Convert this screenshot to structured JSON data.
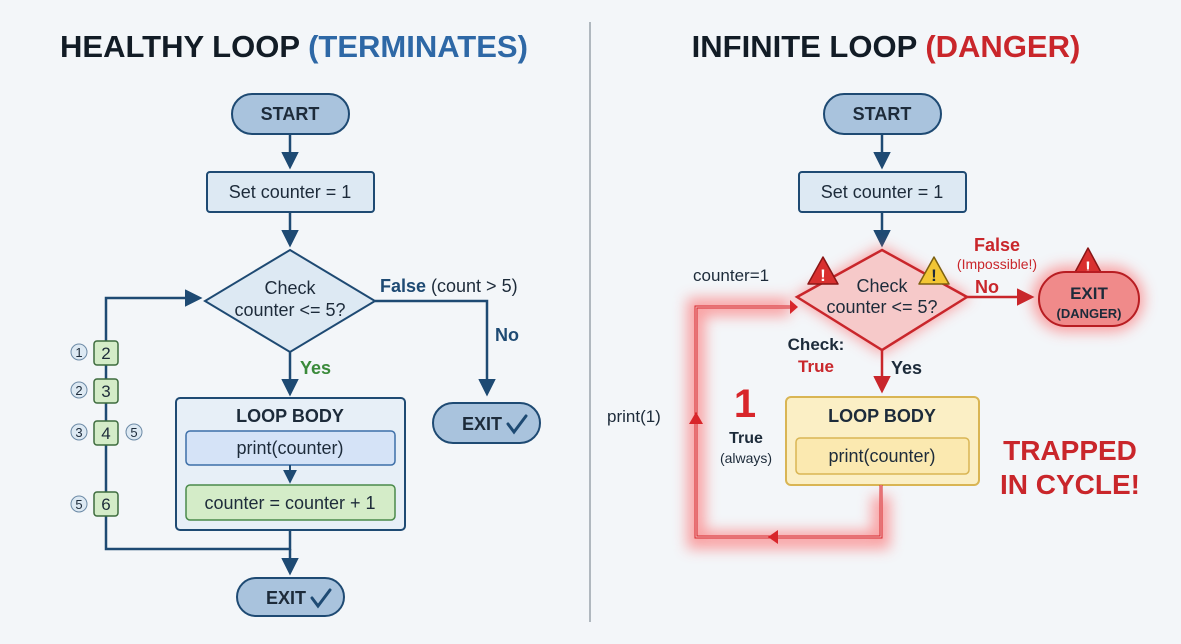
{
  "healthy": {
    "title_main": "HEALTHY LOOP ",
    "title_accent": "(TERMINATES)",
    "start": "START",
    "init": "Set counter = 1",
    "check_line1": "Check",
    "check_line2": "counter <= 5?",
    "false_label": "False",
    "false_detail": " (count > 5)",
    "no_label": "No",
    "yes_label": "Yes",
    "loop_body_title": "LOOP BODY",
    "print_stmt": "print(counter)",
    "increment_stmt": "counter = counter + 1",
    "exit_side": "EXIT",
    "exit_bottom": "EXIT",
    "iterations": [
      {
        "pass": "1",
        "value": "2",
        "extra": ""
      },
      {
        "pass": "2",
        "value": "3",
        "extra": ""
      },
      {
        "pass": "3",
        "value": "4",
        "extra": "5"
      },
      {
        "pass": "5",
        "value": "6",
        "extra": ""
      }
    ]
  },
  "infinite": {
    "title_main": "INFINITE LOOP ",
    "title_accent": "(DANGER)",
    "start": "START",
    "init": "Set counter = 1",
    "check_line1": "Check",
    "check_line2": "counter <= 5?",
    "counter_note": "counter=1",
    "false_label": "False",
    "false_detail": "(Impossible!)",
    "no_label": "No",
    "exit_label": "EXIT",
    "exit_sub": "(DANGER)",
    "check_true_line1": "Check:",
    "check_true_line2": "True",
    "yes_label": "Yes",
    "loop_body_title": "LOOP BODY",
    "print_stmt": "print(counter)",
    "print_output": "print(1)",
    "cycle_number": "1",
    "true_label": "True",
    "always_label": "(always)",
    "trapped_line1": "TRAPPED",
    "trapped_line2": "IN CYCLE!"
  },
  "colors": {
    "navy": "#1e4a73",
    "accent_blue": "#2e68a6",
    "danger_red": "#c9262b",
    "green_text": "#3a8a3a",
    "node_fill": "#dde9f3",
    "pill_fill": "#a9c3dd",
    "body_fill": "#e7eff7",
    "print_fill": "#d5e3f7",
    "incr_fill": "#d4ecc8",
    "yellow_fill": "#fbefc5",
    "yellow_border": "#d9b554"
  }
}
